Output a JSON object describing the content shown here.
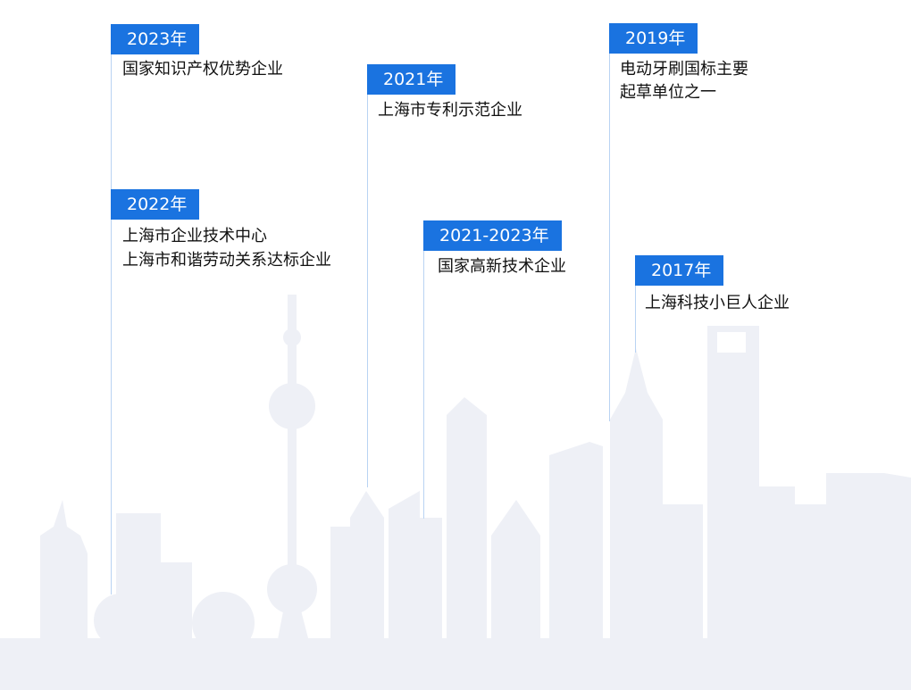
{
  "milestones": [
    {
      "year": "2023年",
      "lines": [
        "国家知识产权优势企业"
      ]
    },
    {
      "year": "2022年",
      "lines": [
        "上海市企业技术中心",
        "上海市和谐劳动关系达标企业"
      ]
    },
    {
      "year": "2021年",
      "lines": [
        "上海市专利示范企业"
      ]
    },
    {
      "year": "2021-2023年",
      "lines": [
        "国家高新技术企业"
      ]
    },
    {
      "year": "2019年",
      "lines": [
        "电动牙刷国标主要",
        "起草单位之一"
      ]
    },
    {
      "year": "2017年",
      "lines": [
        "上海科技小巨人企业"
      ]
    }
  ],
  "colors": {
    "accent": "#1a73e0",
    "skyline": "#eef0f6",
    "line": "#b9d3f3"
  }
}
